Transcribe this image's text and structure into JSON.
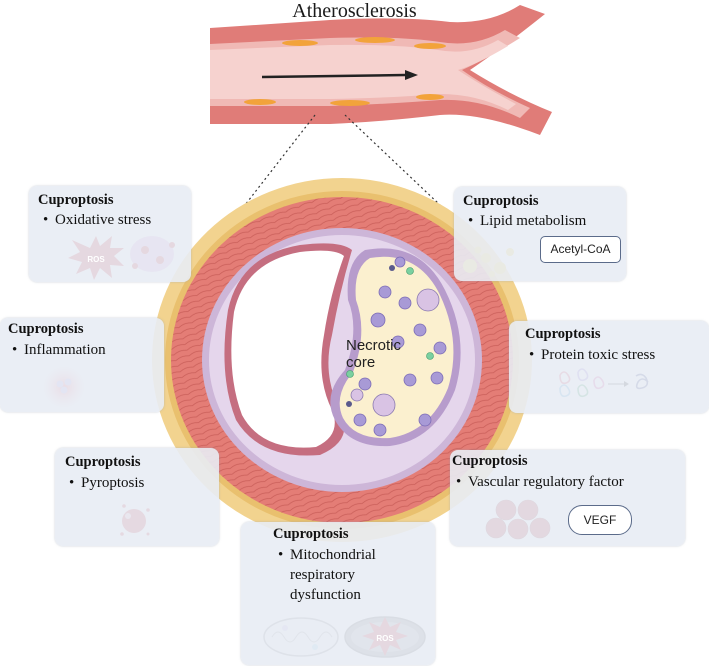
{
  "title": "Atherosclerosis",
  "center_label": [
    "Necrotic",
    "core"
  ],
  "boxes": {
    "oxidative": {
      "heading": "Cuproptosis",
      "item": "Oxidative stress",
      "ros_label": "ROS"
    },
    "lipid": {
      "heading": "Cuproptosis",
      "item": "Lipid metabolism",
      "tag": "Acetyl-CoA"
    },
    "inflammation": {
      "heading": "Cuproptosis",
      "item": "Inflammation"
    },
    "protein": {
      "heading": "Cuproptosis",
      "item": "Protein toxic stress"
    },
    "pyroptosis": {
      "heading": "Cuproptosis",
      "item": "Pyroptosis"
    },
    "vascular": {
      "heading": "Cuproptosis",
      "item": "Vascular regulatory factor",
      "tag": "VEGF"
    },
    "mito": {
      "heading": "Cuproptosis",
      "lines": [
        "Mitochondrial",
        "respiratory",
        "dysfunction"
      ],
      "ros_label": "ROS"
    }
  },
  "colors": {
    "box_fill": "#e8ecf4",
    "adventitia": "#f2d38f",
    "media": "#e9857e",
    "intima": "#cdb6d8",
    "core": "#fbf0cf",
    "cell": "#a89ad6",
    "ros": "#c9262c",
    "pyroptosis": "#c8303b"
  }
}
